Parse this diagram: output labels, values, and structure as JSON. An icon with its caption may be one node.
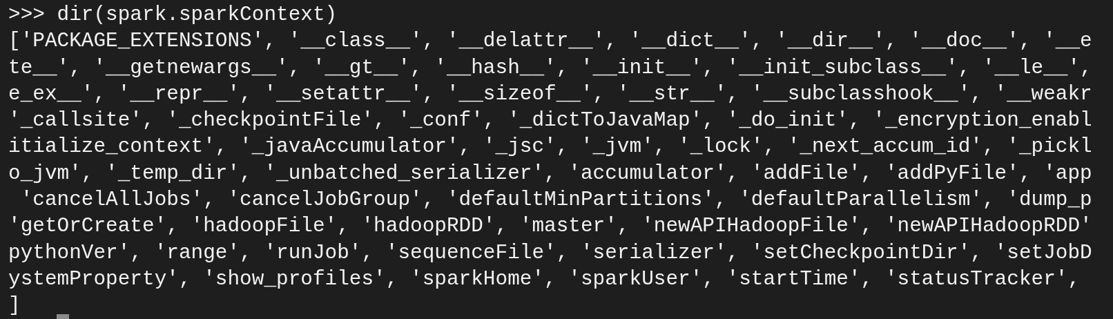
{
  "diagram": {
    "labels": [
      ">>> dir(spark.sparkContext)",
      "['PACKAGE_EXTENSIONS', '__class__', '__delattr__', '__dict__', '__dir__', '__doc__', '__e",
      "te__', '__getnewargs__', '__gt__', '__hash__', '__init__', '__init_subclass__', '__le__',",
      "e_ex__', '__repr__', '__setattr__', '__sizeof__', '__str__', '__subclasshook__', '__weakr",
      "'_callsite', '_checkpointFile', '_conf', '_dictToJavaMap', '_do_init', '_encryption_enabl",
      "itialize_context', '_javaAccumulator', '_jsc', '_jvm', '_lock', '_next_accum_id', '_pickl",
      "o_jvm', '_temp_dir', '_unbatched_serializer', 'accumulator', 'addFile', 'addPyFile', 'app",
      " 'cancelAllJobs', 'cancelJobGroup', 'defaultMinPartitions', 'defaultParallelism', 'dump_p",
      "'getOrCreate', 'hadoopFile', 'hadoopRDD', 'master', 'newAPIHadoopFile', 'newAPIHadoopRDD'",
      "pythonVer', 'range', 'runJob', 'sequenceFile', 'serializer', 'setCheckpointDir', 'setJobD",
      "ystemProperty', 'show_profiles', 'sparkHome', 'sparkUser', 'startTime', 'statusTracker',",
      "]"
    ]
  }
}
